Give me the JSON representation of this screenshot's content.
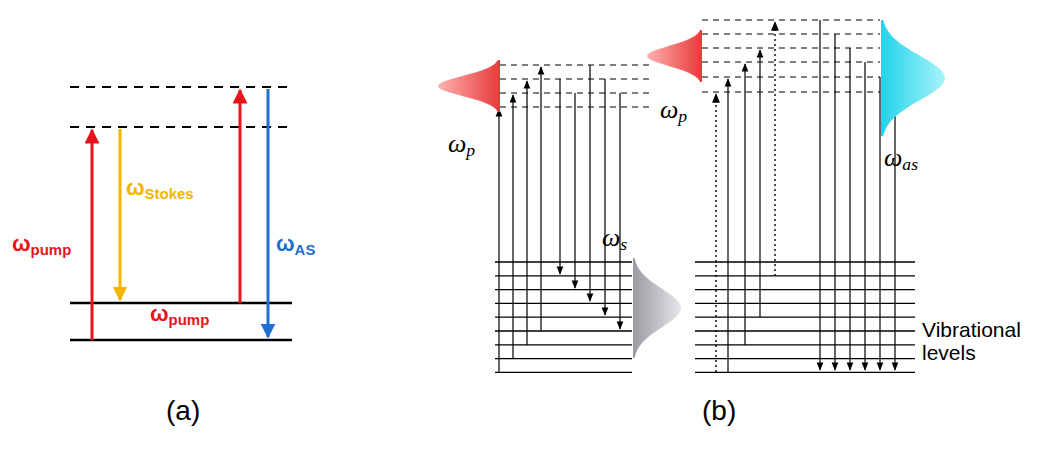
{
  "diagram": {
    "labels": [
      "ωpump",
      "ωStokes",
      "ωpump",
      "ωAS",
      "(a)",
      "ωp",
      "ωs",
      "ωp",
      "ωas",
      "Vibrational levels",
      "(b)"
    ]
  }
}
